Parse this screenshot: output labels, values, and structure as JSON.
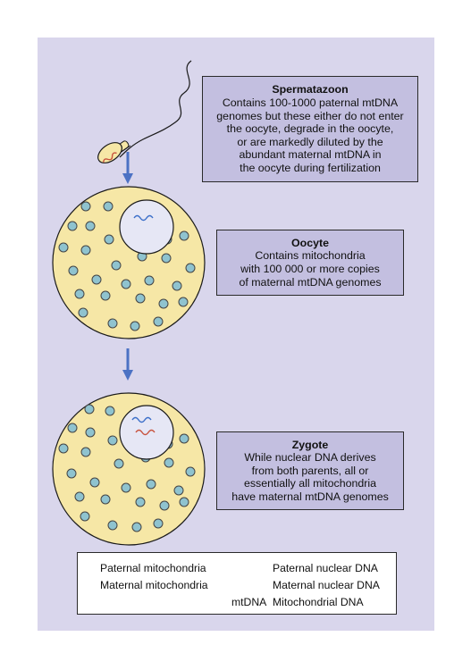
{
  "colors": {
    "panel_bg": "#d9d6ec",
    "box_bg": "#c3bfe0",
    "cell_fill": "#f6e7a6",
    "nucleus_fill": "#e6e7f5",
    "paternal": "#c8533e",
    "maternal_mito": "#8fc3cf",
    "maternal_dna": "#3b6fc9",
    "arrow": "#4c72c4"
  },
  "sperm_box": {
    "title": "Spermatazoon",
    "lines": [
      "Contains 100-1000 paternal mtDNA",
      "genomes but these either do not enter",
      "the oocyte, degrade in the oocyte,",
      "or are markedly diluted by the",
      "abundant maternal mtDNA in",
      "the oocyte during fertilization"
    ]
  },
  "oocyte_box": {
    "title": "Oocyte",
    "lines": [
      "Contains mitochondria",
      "with 100 000 or more copies",
      "of maternal mtDNA genomes"
    ]
  },
  "zygote_box": {
    "title": "Zygote",
    "lines": [
      "While nuclear DNA derives",
      "from both parents, all or",
      "essentially all mitochondria",
      "have maternal mtDNA genomes"
    ]
  },
  "legend": {
    "paternal_mito": "Paternal mitochondria",
    "maternal_mito": "Maternal mitochondria",
    "paternal_dna": "Paternal nuclear DNA",
    "maternal_dna": "Maternal nuclear DNA",
    "abbrev": "mtDNA",
    "abbrev_meaning": "Mitochondrial DNA"
  }
}
